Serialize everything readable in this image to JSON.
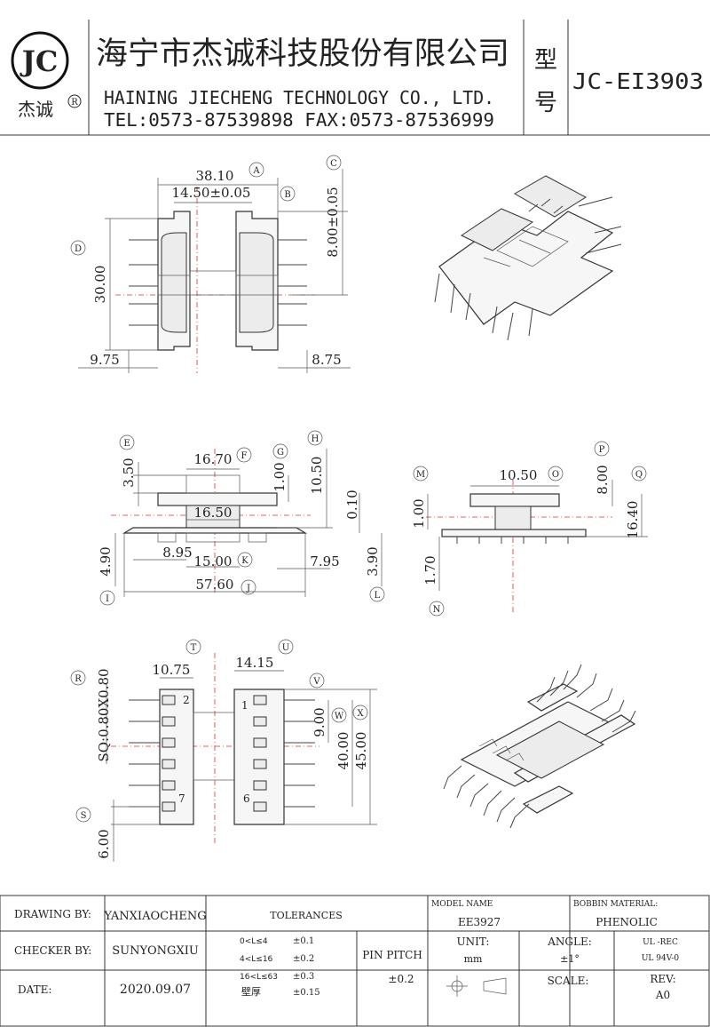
{
  "header": {
    "logo_letters": "JC",
    "logo_cn": "杰诚",
    "registered": "R",
    "company_cn": "海宁市杰诚科技股份有限公司",
    "company_en": "HAINING JIECHENG TECHNOLOGY CO., LTD.",
    "contact": "TEL:0573-87539898   FAX:0573-87536999",
    "model_char_1": "型",
    "model_char_2": "号",
    "model_number": "JC-EI3903"
  },
  "labels": {
    "A": "A",
    "B": "B",
    "C": "C",
    "D": "D",
    "E": "E",
    "F": "F",
    "G": "G",
    "H": "H",
    "I": "I",
    "J": "J",
    "K": "K",
    "L": "L",
    "M": "M",
    "N": "N",
    "O": "O",
    "P": "P",
    "Q": "Q",
    "R": "R",
    "S": "S",
    "T": "T",
    "U": "U",
    "V": "V",
    "W": "W",
    "X": "X"
  },
  "dimensions": {
    "top_overall_width": "38.10",
    "top_slot_width": "14.50±0.05",
    "top_height": "30.00",
    "top_slot_depth": "8.00±0.05",
    "top_left_offset": "9.75",
    "top_right_offset": "8.75",
    "front_flange_thick": "3.50",
    "front_upper_width": "16.70",
    "front_step": "1.00",
    "front_overall_height": "10.50",
    "front_gap": "0.10",
    "front_mid_width": "16.50",
    "front_pin_spacing": "8.95",
    "front_inner_width": "15.00",
    "front_right_offset": "7.95",
    "front_lower_height": "4.90",
    "front_total_width": "57.60",
    "front_pin_height": "3.90",
    "side_width": "10.50",
    "side_step": "1.00",
    "side_top": "8.00",
    "side_height": "16.40",
    "side_pin_length": "1.70",
    "bottom_pin_square": "SQ:0.80X0.80",
    "bottom_left_width": "10.75",
    "bottom_right_width": "14.15",
    "bottom_pin_pitch": "9.00",
    "bottom_row_span": "40.00",
    "bottom_overall": "45.00",
    "bottom_edge": "6.00",
    "pin_no_1": "1",
    "pin_no_2": "2",
    "pin_no_6": "6",
    "pin_no_7": "7"
  },
  "title_block": {
    "drawing_by_label": "DRAWING  BY:",
    "drawing_by": "YANXIAOCHENG",
    "checker_by_label": "CHECKER  BY:",
    "checker_by": "SUNYONGXIU",
    "date_label": "DATE:",
    "date": "2020.09.07",
    "tolerances_label": "TOLERANCES",
    "tol_rows": [
      {
        "range": "0<L≤4",
        "tol": "±0.1"
      },
      {
        "range": "4<L≤16",
        "tol": "±0.2"
      },
      {
        "range": "16<L≤63",
        "tol": "±0.3"
      },
      {
        "range": "壁厚",
        "tol": "±0.15"
      }
    ],
    "pin_pitch_label": "PIN PITCH",
    "pin_pitch_tol": "±0.2",
    "model_name_label": "MODEL NAME",
    "model_name": "EE3927",
    "unit_label": "UNIT:",
    "unit": "mm",
    "angle_label": "ANGLE:",
    "angle": "±1°",
    "scale_label": "SCALE:",
    "material_label": "BOBBIN MATERIAL:",
    "material": "PHENOLIC",
    "ul_1": "UL -REC",
    "ul_2": "UL  94V-0",
    "rev_label": "REV:",
    "rev": "A0"
  }
}
